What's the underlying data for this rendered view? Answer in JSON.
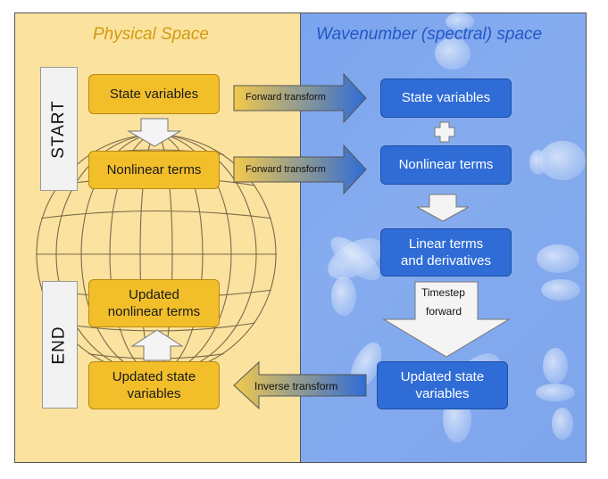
{
  "panels": {
    "physical_title": "Physical Space",
    "spectral_title": "Wavenumber (spectral) space"
  },
  "side_labels": {
    "start": "START",
    "end": "END"
  },
  "physical_boxes": {
    "state_variables": "State variables",
    "nonlinear_terms": "Nonlinear terms",
    "updated_nonlinear_1": "Updated",
    "updated_nonlinear_2": "nonlinear terms",
    "updated_state_1": "Updated state",
    "updated_state_2": "variables"
  },
  "spectral_boxes": {
    "state_variables": "State variables",
    "nonlinear_terms": "Nonlinear terms",
    "linear_1": "Linear terms",
    "linear_2": "and derivatives",
    "updated_state_1": "Updated state",
    "updated_state_2": "variables"
  },
  "arrows": {
    "forward_1": "Forward transform",
    "forward_2": "Forward transform",
    "inverse": "Inverse transform",
    "timestep_1": "Timestep",
    "timestep_2": "forward"
  },
  "colors": {
    "physical_bg": "#fbe29e",
    "spectral_bg": "#7aa4ee",
    "yellow_box": "#f2bf2b",
    "blue_box": "#2f6cd6"
  }
}
